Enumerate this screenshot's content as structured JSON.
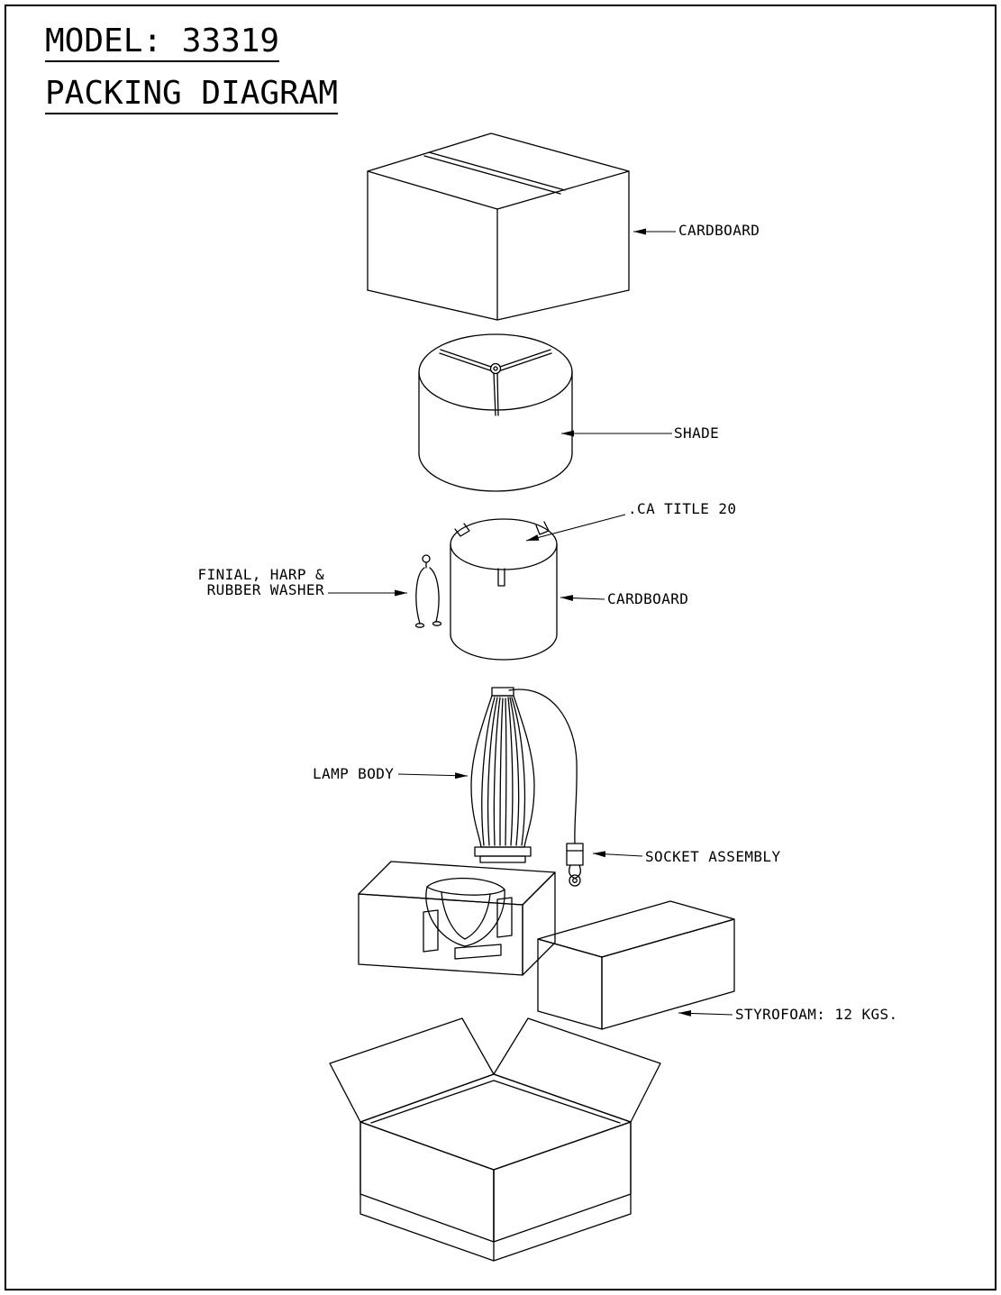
{
  "colors": {
    "line": "#000000",
    "background": "#ffffff"
  },
  "header": {
    "model": "MODEL: 33319",
    "subtitle": "PACKING DIAGRAM"
  },
  "callouts": {
    "cardboard_top": "CARDBOARD",
    "shade": "SHADE",
    "ca_title_20": ".CA TITLE 20",
    "cardboard_tube": "CARDBOARD",
    "finial_harp_line1": "FINIAL, HARP &",
    "finial_harp_line2": "RUBBER WASHER",
    "lamp_body": "LAMP BODY",
    "socket_assembly": "SOCKET ASSEMBLY",
    "styrofoam": "STYROFOAM: 12 KGS."
  }
}
